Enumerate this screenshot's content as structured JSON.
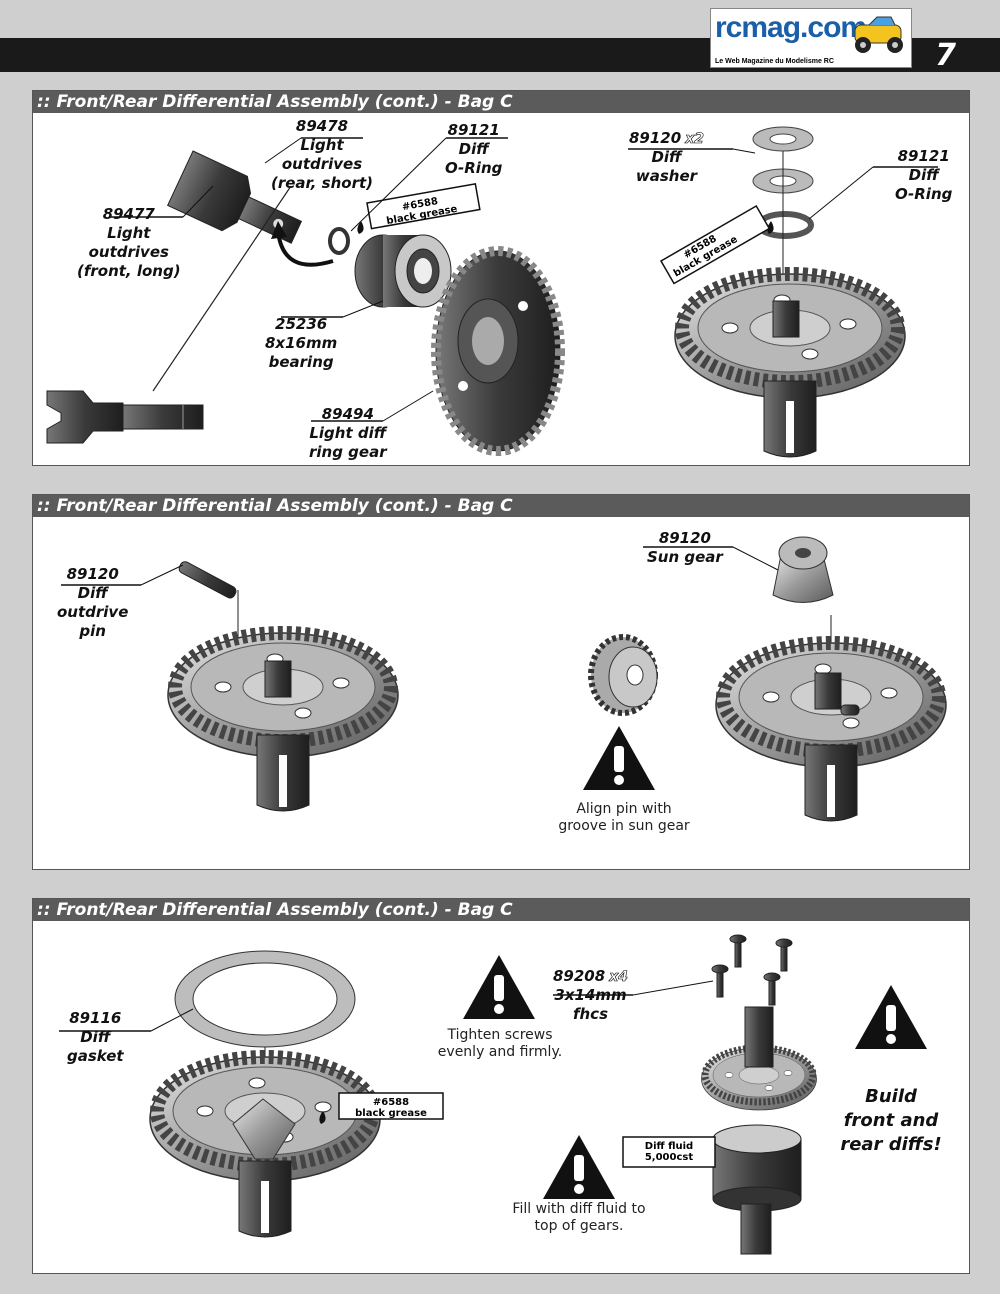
{
  "header": {
    "logo_text": "rcmag.com",
    "logo_tagline": "Le Web Magazine du Modelisme RC",
    "page_number": "7"
  },
  "sections": [
    {
      "title": ":: Front/Rear Differential Assembly  (cont.) - Bag C",
      "labels": {
        "p89478": {
          "num": "89478",
          "lines": [
            "Light",
            "outdrives",
            "(rear, short)"
          ]
        },
        "p89121a": {
          "num": "89121",
          "lines": [
            "Diff",
            "O-Ring"
          ]
        },
        "p89477": {
          "num": "89477",
          "lines": [
            "Light",
            "outdrives",
            "(front, long)"
          ]
        },
        "p25236": {
          "num": "25236",
          "lines": [
            "8x16mm",
            "bearing"
          ]
        },
        "p89494": {
          "num": "89494",
          "lines": [
            "Light diff",
            "ring gear"
          ]
        },
        "p89120": {
          "num": "89120",
          "mult": "x2",
          "lines": [
            "Diff",
            "washer"
          ]
        },
        "p89121b": {
          "num": "89121",
          "lines": [
            "Diff",
            "O-Ring"
          ]
        },
        "grease1": {
          "line1": "#6588",
          "line2": "black grease"
        },
        "grease2": {
          "line1": "#6588",
          "line2": "black grease"
        }
      }
    },
    {
      "title": ":: Front/Rear Differential Assembly  (cont.) - Bag C",
      "labels": {
        "pin": {
          "num": "89120",
          "lines": [
            "Diff",
            "outdrive",
            "pin"
          ]
        },
        "sun": {
          "num": "89120",
          "lines": [
            "Sun gear"
          ]
        }
      },
      "note": {
        "line1": "Align pin with",
        "line2": "groove in sun gear"
      }
    },
    {
      "title": ":: Front/Rear Differential Assembly  (cont.) - Bag C",
      "labels": {
        "gasket": {
          "num": "89116",
          "lines": [
            "Diff",
            "gasket"
          ]
        },
        "screws": {
          "num": "89208",
          "mult": "x4",
          "lines": [
            "3x14mm",
            "fhcs"
          ]
        },
        "grease3": {
          "line1": "#6588",
          "line2": "black grease"
        },
        "fluid": {
          "line1": "Diff fluid",
          "line2": "5,000cst"
        }
      },
      "note_tighten": {
        "line1": "Tighten screws",
        "line2": "evenly and firmly."
      },
      "note_fill": {
        "line1": "Fill with diff fluid to",
        "line2": "top of gears."
      },
      "note_build": {
        "line1": "Build",
        "line2": "front and",
        "line3": "rear diffs!"
      }
    }
  ],
  "colors": {
    "panel_header": "#5b5b5b",
    "top_bar": "#1a1a1a",
    "logo_blue": "#1b5fa8",
    "part_gray": "#8a8a8a"
  }
}
